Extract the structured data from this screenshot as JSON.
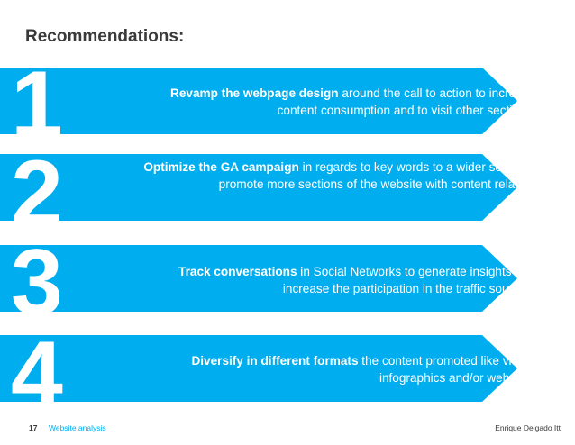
{
  "slide": {
    "title": "Recommendations:"
  },
  "items": [
    {
      "number": "1",
      "bold": "Revamp the webpage design",
      "text": " around the call to action to increase content consumption and to visit other sections."
    },
    {
      "number": "2",
      "bold": "Optimize the GA campaign",
      "text": " in regards to key words to a wider scope  to promote more sections of the website with content related."
    },
    {
      "number": "3",
      "bold": "Track conversations",
      "text": " in Social Networks to generate insights and increase the participation in the traffic sources."
    },
    {
      "number": "4",
      "bold": "Diversify in different formats",
      "text": " the content promoted like video, infographics and/or webcast."
    }
  ],
  "footer": {
    "page": "17",
    "label": "Website analysis",
    "author": "Enrique Delgado Itt"
  },
  "colors": {
    "accent": "#00aeef",
    "text": "#3a3a3a"
  }
}
